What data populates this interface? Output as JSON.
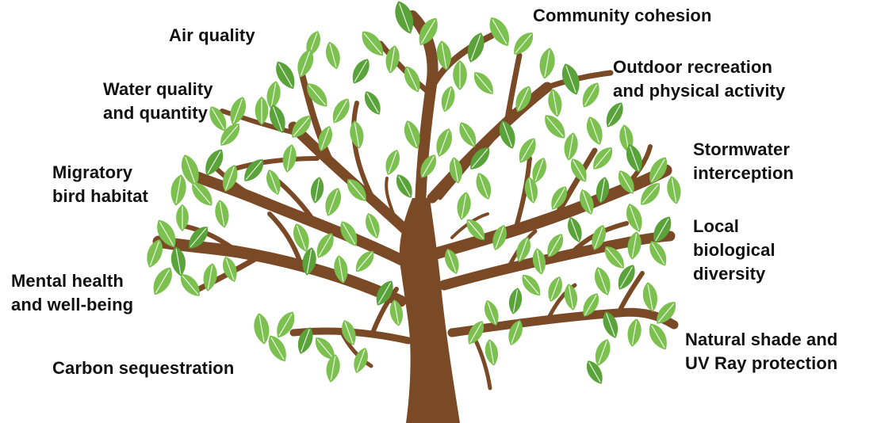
{
  "benefits": {
    "air_quality": {
      "lines": [
        "Air quality"
      ]
    },
    "community_cohesion": {
      "lines": [
        "Community cohesion"
      ]
    },
    "water_quality": {
      "lines": [
        "Water quality",
        "and quantity"
      ]
    },
    "outdoor_recreation": {
      "lines": [
        "Outdoor recreation",
        "and physical activity"
      ]
    },
    "migratory_bird": {
      "lines": [
        "Migratory",
        "bird habitat"
      ]
    },
    "stormwater": {
      "lines": [
        "Stormwater",
        "interception"
      ]
    },
    "biodiversity": {
      "lines": [
        "Local",
        "biological",
        "diversity"
      ]
    },
    "mental_health": {
      "lines": [
        "Mental health",
        "and well-being"
      ]
    },
    "carbon": {
      "lines": [
        "Carbon sequestration"
      ]
    },
    "shade": {
      "lines": [
        "Natural shade and",
        "UV Ray protection"
      ]
    }
  },
  "colors": {
    "trunk": "#7a4a26",
    "leaf": "#7cc04f",
    "leaf_dark": "#5aa33a",
    "vein": "#ffffff",
    "text": "#111111"
  }
}
